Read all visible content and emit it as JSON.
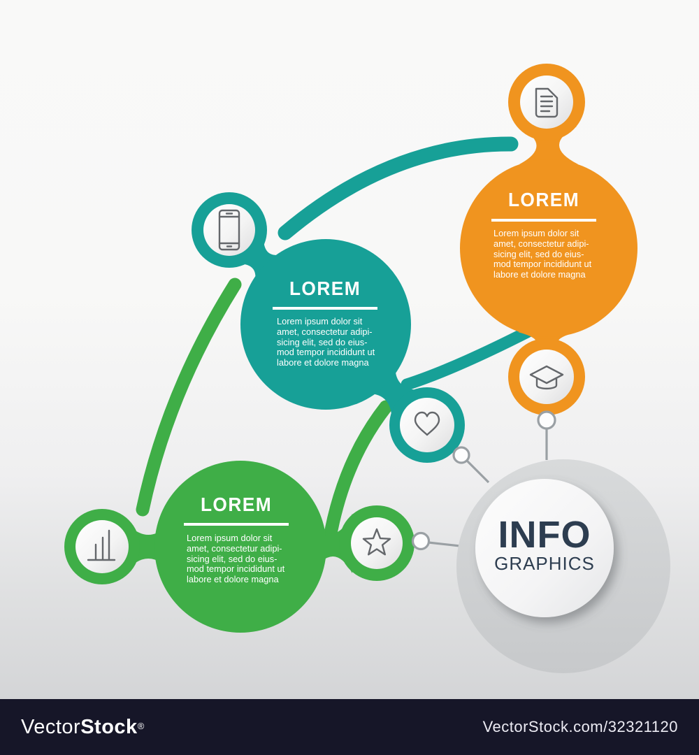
{
  "sections": [
    {
      "name": "orange",
      "title": "LOREM",
      "body_lines": [
        "Lorem ipsum dolor sit",
        "amet, consectetur adipi-",
        "sicing elit, sed do eius-",
        "mod tempor incididunt ut",
        "labore et dolore magna"
      ],
      "icon_top": "document",
      "icon_bottom": "graduation-cap",
      "color": "#f0941f"
    },
    {
      "name": "teal",
      "title": "LOREM",
      "body_lines": [
        "Lorem ipsum dolor sit",
        "amet, consectetur adipi-",
        "sicing elit, sed do eius-",
        "mod tempor incididunt ut",
        "labore et dolore magna"
      ],
      "icon_top": "smartphone",
      "icon_bottom": "heart",
      "color": "#17a097"
    },
    {
      "name": "green",
      "title": "LOREM",
      "body_lines": [
        "Lorem ipsum dolor sit",
        "amet, consectetur adipi-",
        "sicing elit, sed do eius-",
        "mod tempor incididunt ut",
        "labore et dolore magna"
      ],
      "icon_left": "bar-chart",
      "icon_right": "star",
      "color": "#3fae47"
    }
  ],
  "badge": {
    "title": "INFO",
    "subtitle": "GRAPHICS"
  },
  "colors": {
    "orange": "#f0941f",
    "teal": "#17a097",
    "green": "#3fae47",
    "navy_text": "#2d3d50",
    "icon_stroke": "#64676b",
    "connector_gray": "#9aa0a4",
    "badge_outer_gray": "#d2d4d6",
    "watermark_bar": "#161628"
  },
  "watermark": {
    "brand_light": "Vector",
    "brand_bold": "Stock",
    "registered": "®",
    "site_ref": "VectorStock.com/32321120"
  }
}
